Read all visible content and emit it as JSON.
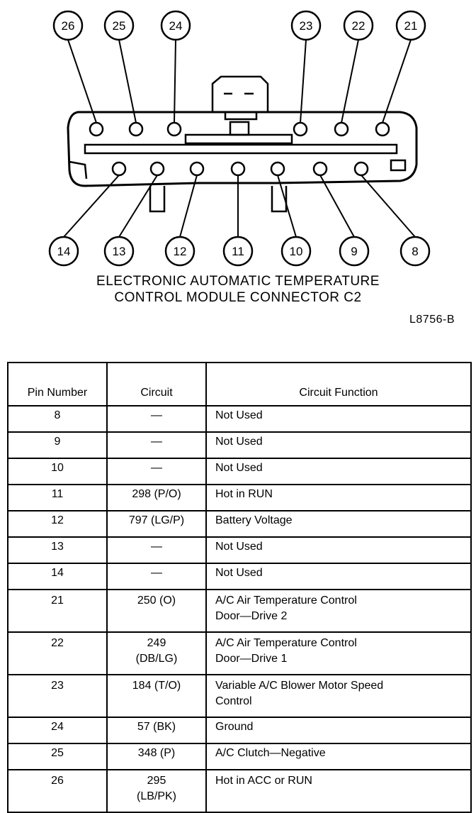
{
  "pins_top": [
    "26",
    "25",
    "24",
    "23",
    "22",
    "21"
  ],
  "pins_bottom": [
    "14",
    "13",
    "12",
    "11",
    "10",
    "9",
    "8"
  ],
  "caption": {
    "line1": "ELECTRONIC AUTOMATIC TEMPERATURE",
    "line2": "CONTROL MODULE CONNECTOR C2",
    "figure_id": "L8756-B"
  },
  "table": {
    "headers": [
      "Pin Number",
      "Circuit",
      "Circuit Function"
    ],
    "rows": [
      {
        "pin": "8",
        "circuit": "—",
        "circuit2": "",
        "function": "Not Used",
        "function2": ""
      },
      {
        "pin": "9",
        "circuit": "—",
        "circuit2": "",
        "function": "Not Used",
        "function2": ""
      },
      {
        "pin": "10",
        "circuit": "—",
        "circuit2": "",
        "function": "Not Used",
        "function2": ""
      },
      {
        "pin": "11",
        "circuit": "298 (P/O)",
        "circuit2": "",
        "function": "Hot in RUN",
        "function2": ""
      },
      {
        "pin": "12",
        "circuit": "797 (LG/P)",
        "circuit2": "",
        "function": "Battery Voltage",
        "function2": ""
      },
      {
        "pin": "13",
        "circuit": "—",
        "circuit2": "",
        "function": "Not Used",
        "function2": ""
      },
      {
        "pin": "14",
        "circuit": "—",
        "circuit2": "",
        "function": "Not Used",
        "function2": ""
      },
      {
        "pin": "21",
        "circuit": "250 (O)",
        "circuit2": "",
        "function": "A/C Air Temperature Control",
        "function2": "Door—Drive 2"
      },
      {
        "pin": "22",
        "circuit": "249",
        "circuit2": "(DB/LG)",
        "function": "A/C Air Temperature Control",
        "function2": "Door—Drive 1"
      },
      {
        "pin": "23",
        "circuit": "184 (T/O)",
        "circuit2": "",
        "function": "Variable A/C Blower Motor Speed",
        "function2": "Control"
      },
      {
        "pin": "24",
        "circuit": "57 (BK)",
        "circuit2": "",
        "function": "Ground",
        "function2": ""
      },
      {
        "pin": "25",
        "circuit": "348 (P)",
        "circuit2": "",
        "function": "A/C Clutch—Negative",
        "function2": ""
      },
      {
        "pin": "26",
        "circuit": "295",
        "circuit2": "(LB/PK)",
        "function": "Hot in ACC or RUN",
        "function2": ""
      }
    ]
  }
}
